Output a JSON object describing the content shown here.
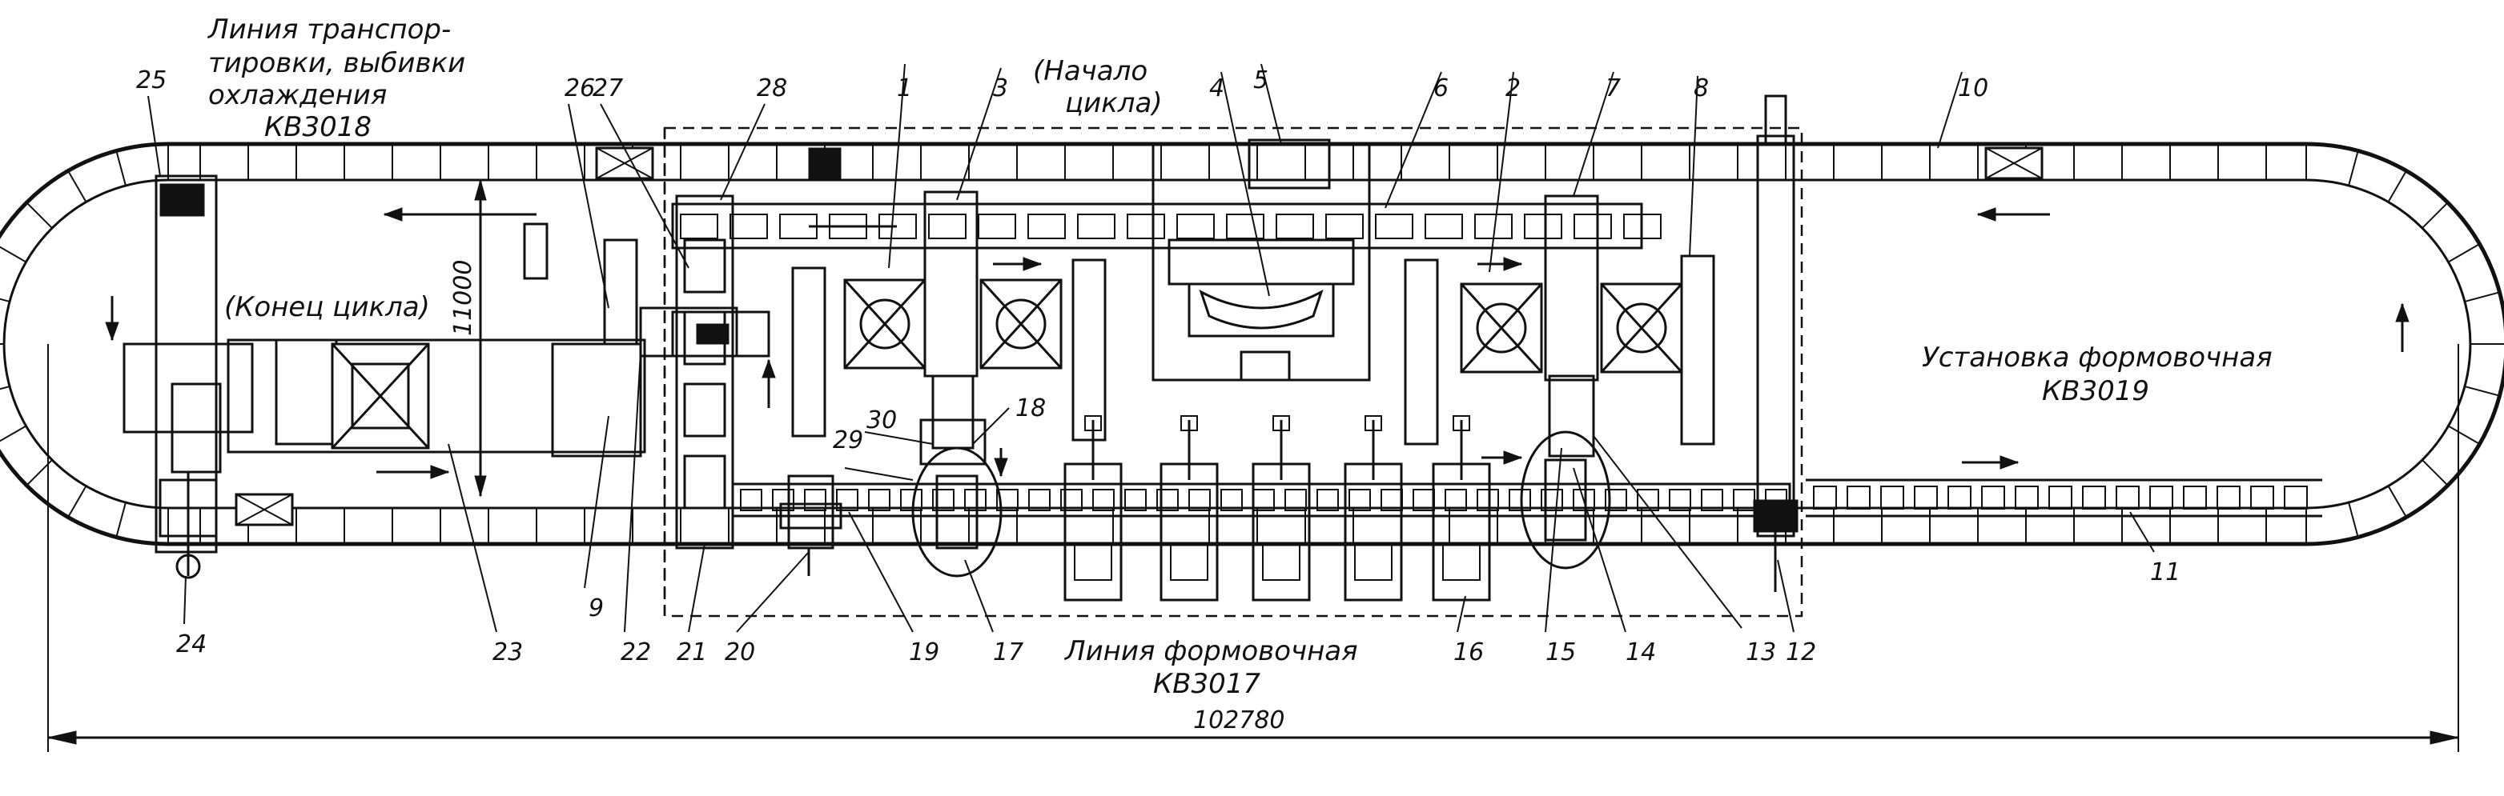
{
  "captions": {
    "transport_line": [
      "Линия транспор-",
      "тировки, выбивки",
      "охлаждения",
      "КВ3018"
    ],
    "cycle_start": [
      "(Начало",
      "цикла)"
    ],
    "cycle_end": "(Конец   цикла)",
    "molding_unit": [
      "Установка  формовочная",
      "КВ3019"
    ],
    "molding_line": [
      "Линия  формовочная",
      "КВ3017"
    ]
  },
  "dimensions": {
    "overall_length": "102780",
    "width": "11000"
  },
  "callouts": [
    "1",
    "2",
    "3",
    "4",
    "5",
    "6",
    "7",
    "8",
    "9",
    "10",
    "11",
    "12",
    "13",
    "14",
    "15",
    "16",
    "17",
    "18",
    "19",
    "20",
    "21",
    "22",
    "23",
    "24",
    "25",
    "26",
    "27",
    "28",
    "29",
    "30"
  ]
}
